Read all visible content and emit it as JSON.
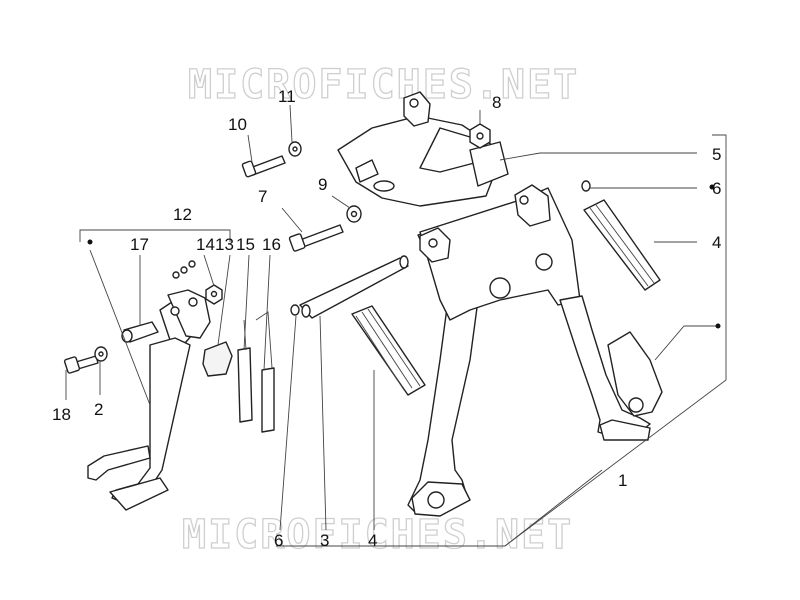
{
  "watermark": {
    "text": "MICROFICHES.NET"
  },
  "callouts": {
    "c1": "1",
    "c2": "2",
    "c3": "3",
    "c4a": "4",
    "c4b": "4",
    "c5": "5",
    "c6a": "6",
    "c6b": "6",
    "c7": "7",
    "c8": "8",
    "c9": "9",
    "c10": "10",
    "c11": "11",
    "c12": "12",
    "c13": "13",
    "c14": "14",
    "c15": "15",
    "c16": "16",
    "c17": "17",
    "c18": "18"
  },
  "icons": [
    "bolt-icon",
    "washer-icon",
    "nut-icon",
    "spring-icon",
    "pin-icon",
    "bracket-icon",
    "stand-icon"
  ]
}
